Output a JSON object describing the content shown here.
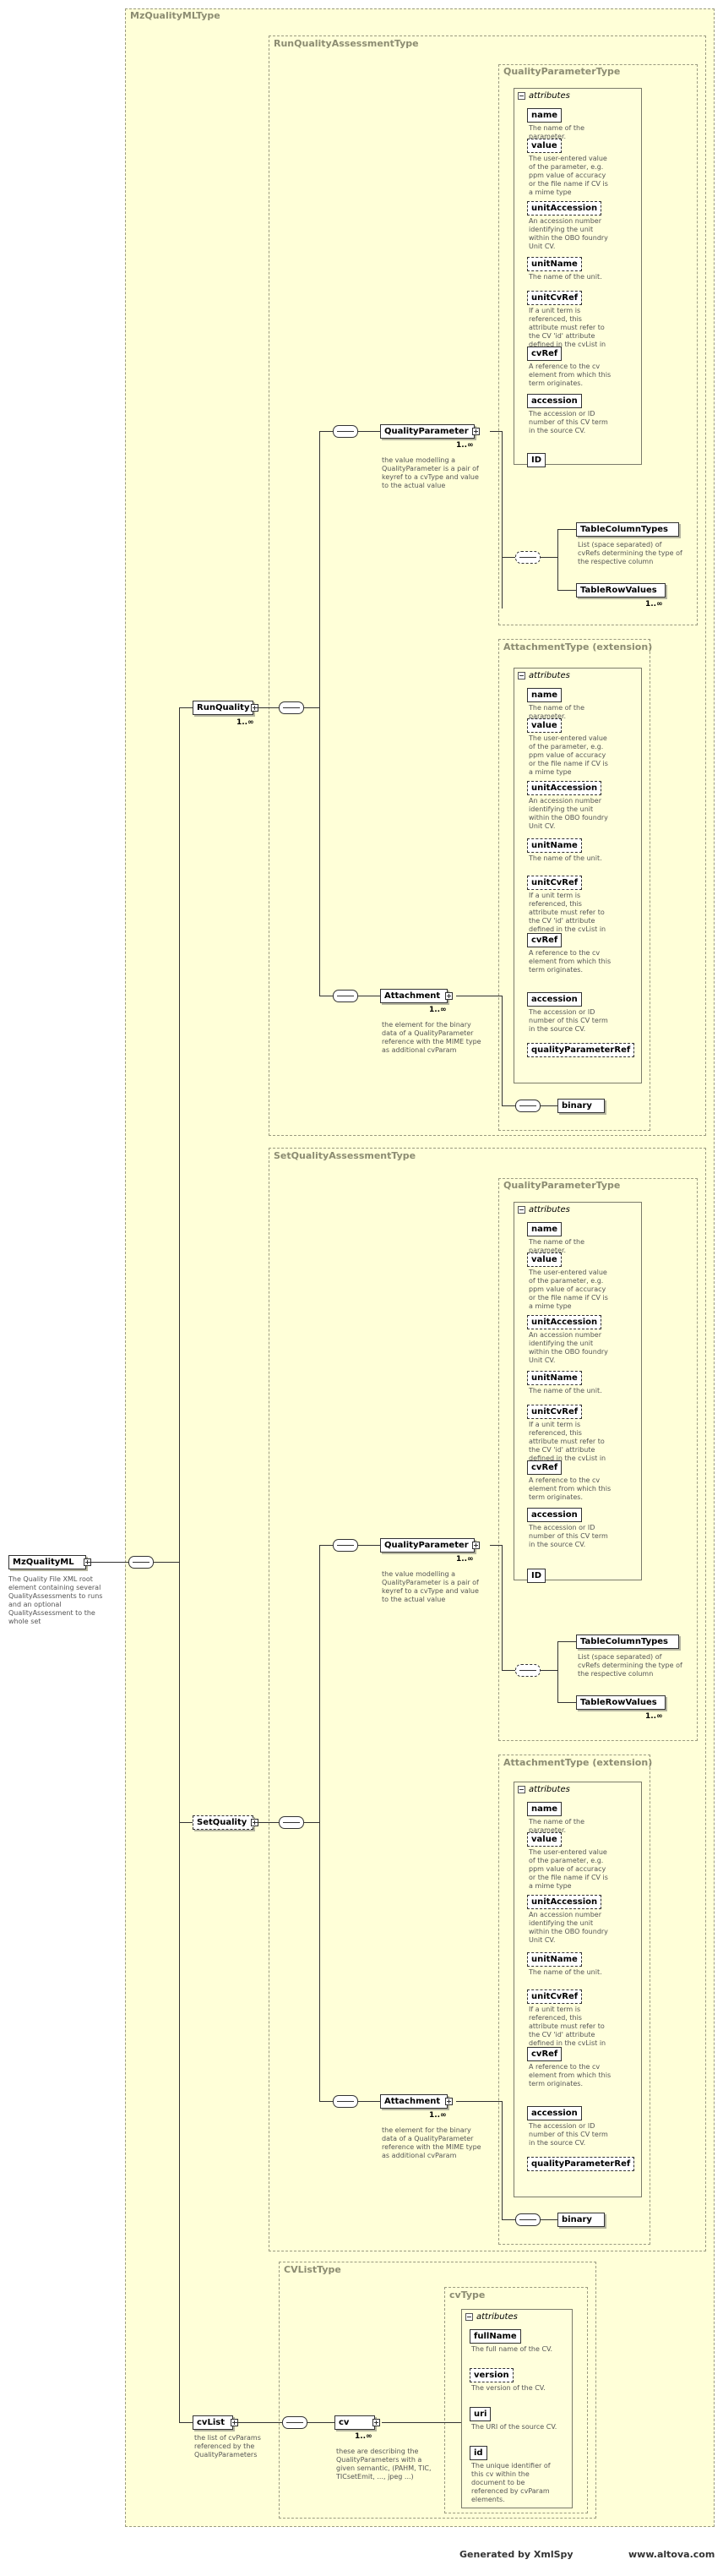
{
  "root": {
    "label": "MzQualityML",
    "desc": "The Quality File XML root element containing several QualityAssessments to runs and an optional QualityAssessment to the whole set"
  },
  "outer_type": {
    "title": "MzQualityMLType"
  },
  "run_qa": {
    "title": "RunQualityAssessmentType",
    "element": "RunQuality",
    "mult": "1..∞",
    "qp": {
      "type_title": "QualityParameterType",
      "element": "QualityParameter",
      "mult": "1..∞",
      "desc": "the value modelling a QualityParameter is a pair of keyref to a cvType and value to the actual value",
      "attrs_label": "attributes",
      "attrs": [
        {
          "name": "name",
          "desc": "The name of the parameter."
        },
        {
          "name": "value",
          "desc": "The user-entered value of the parameter, e.g. ppm value of accuracy or the file name if CV is a mime type"
        },
        {
          "name": "unitAccession",
          "desc": "An accession number identifying the unit within the OBO foundry Unit CV."
        },
        {
          "name": "unitName",
          "desc": "The name of the unit."
        },
        {
          "name": "unitCvRef",
          "desc": "If a unit term is referenced, this attribute must refer to the CV 'id' attribute defined in the cvList in this file."
        },
        {
          "name": "cvRef",
          "desc": "A reference to the cv element from which this term originates."
        },
        {
          "name": "accession",
          "desc": "The accession or ID number of this CV term in the source CV."
        },
        {
          "name": "ID",
          "desc": ""
        }
      ],
      "table_cols": "TableColumnTypes",
      "table_cols_desc": "List (space separated) of cvRefs determining the type of the respective column",
      "table_rows": "TableRowValues",
      "table_rows_mult": "1..∞"
    },
    "att": {
      "type_title": "AttachmentType (extension)",
      "element": "Attachment",
      "mult": "1..∞",
      "desc": "the element for the binary data of a QualityParameter reference with the MIME type as additional cvParam",
      "attrs_label": "attributes",
      "attrs": [
        {
          "name": "name",
          "desc": "The name of the parameter."
        },
        {
          "name": "value",
          "desc": "The user-entered value of the parameter, e.g. ppm value of accuracy or the file name if CV is a mime type"
        },
        {
          "name": "unitAccession",
          "desc": "An accession number identifying the unit within the OBO foundry Unit CV."
        },
        {
          "name": "unitName",
          "desc": "The name of the unit."
        },
        {
          "name": "unitCvRef",
          "desc": "If a unit term is referenced, this attribute must refer to the CV 'id' attribute defined in the cvList in this file."
        },
        {
          "name": "cvRef",
          "desc": "A reference to the cv element from which this term originates."
        },
        {
          "name": "accession",
          "desc": "The accession or ID number of this CV term in the source CV."
        },
        {
          "name": "qualityParameterRef",
          "desc": ""
        }
      ],
      "binary": "binary"
    }
  },
  "set_qa": {
    "title": "SetQualityAssessmentType",
    "element": "SetQuality",
    "qp": {
      "type_title": "QualityParameterType",
      "element": "QualityParameter",
      "mult": "1..∞",
      "desc": "the value modelling a QualityParameter is a pair of keyref to a cvType and value to the actual value",
      "attrs_label": "attributes",
      "attrs": [
        {
          "name": "name",
          "desc": "The name of the parameter."
        },
        {
          "name": "value",
          "desc": "The user-entered value of the parameter, e.g. ppm value of accuracy or the file name if CV is a mime type"
        },
        {
          "name": "unitAccession",
          "desc": "An accession number identifying the unit within the OBO foundry Unit CV."
        },
        {
          "name": "unitName",
          "desc": "The name of the unit."
        },
        {
          "name": "unitCvRef",
          "desc": "If a unit term is referenced, this attribute must refer to the CV 'id' attribute defined in the cvList in this file."
        },
        {
          "name": "cvRef",
          "desc": "A reference to the cv element from which this term originates."
        },
        {
          "name": "accession",
          "desc": "The accession or ID number of this CV term in the source CV."
        },
        {
          "name": "ID",
          "desc": ""
        }
      ],
      "table_cols": "TableColumnTypes",
      "table_cols_desc": "List (space separated) of cvRefs determining the type of the respective column",
      "table_rows": "TableRowValues",
      "table_rows_mult": "1..∞"
    },
    "att": {
      "type_title": "AttachmentType (extension)",
      "element": "Attachment",
      "mult": "1..∞",
      "desc": "the element for the binary data of a QualityParameter reference with the MIME type as additional cvParam",
      "attrs_label": "attributes",
      "attrs": [
        {
          "name": "name",
          "desc": "The name of the parameter."
        },
        {
          "name": "value",
          "desc": "The user-entered value of the parameter, e.g. ppm value of accuracy or the file name if CV is a mime type"
        },
        {
          "name": "unitAccession",
          "desc": "An accession number identifying the unit within the OBO foundry Unit CV."
        },
        {
          "name": "unitName",
          "desc": "The name of the unit."
        },
        {
          "name": "unitCvRef",
          "desc": "If a unit term is referenced, this attribute must refer to the CV 'id' attribute defined in the cvList in this file."
        },
        {
          "name": "cvRef",
          "desc": "A reference to the cv element from which this term originates."
        },
        {
          "name": "accession",
          "desc": "The accession or ID number of this CV term in the source CV."
        },
        {
          "name": "qualityParameterRef",
          "desc": ""
        }
      ],
      "binary": "binary"
    }
  },
  "cvlist": {
    "title": "CVListType",
    "element": "cvList",
    "desc": "the list of cvParams referenced by the QualityParameters",
    "cv": {
      "type_title": "cvType",
      "element": "cv",
      "mult": "1..∞",
      "desc": "these are describing the QualityParameters with a given semantic, (PAHM, TIC, TICsetEmit, ..., jpeg ...)",
      "attrs_label": "attributes",
      "attrs": [
        {
          "name": "fullName",
          "desc": "The full name of the CV."
        },
        {
          "name": "version",
          "desc": "The version of the CV."
        },
        {
          "name": "uri",
          "desc": "The URI of the source CV."
        },
        {
          "name": "id",
          "desc": "The unique identifier of this cv within the document to be referenced by cvParam elements."
        }
      ]
    }
  },
  "footer": {
    "left": "Generated by XmlSpy",
    "right": "www.altova.com"
  }
}
